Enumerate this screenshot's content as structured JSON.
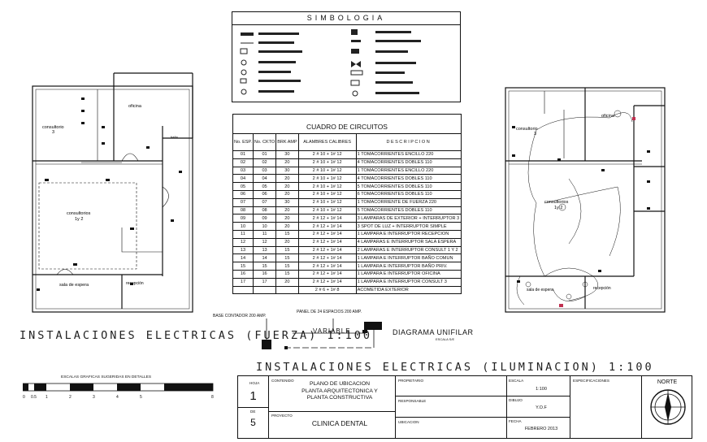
{
  "simbologia": {
    "title": "SIMBOLOGIA"
  },
  "circuit_table": {
    "title": "CUADRO DE CIRCUITOS",
    "headers": [
      "No. ESP.",
      "No. CKTO",
      "BRK AMP",
      "ALAMBRES CALIBRES",
      "DESCRIPCION"
    ],
    "rows": [
      [
        "01",
        "01",
        "30",
        "2 # 10 + 1# 12",
        "1 TOMACORRIENTES ENCILLO 220"
      ],
      [
        "02",
        "02",
        "20",
        "2 # 10 + 1# 12",
        "4 TOMACORRIENTES DOBLES 110"
      ],
      [
        "03",
        "03",
        "30",
        "2 # 10 + 1# 12",
        "1 TOMACORRIENTES ENCILLO 220"
      ],
      [
        "04",
        "04",
        "20",
        "2 # 10 + 1# 12",
        "4 TOMACORRIENTES DOBLES 110"
      ],
      [
        "05",
        "05",
        "20",
        "2 # 10 + 1# 12",
        "5 TOMACORRIENTES DOBLES 110"
      ],
      [
        "06",
        "06",
        "20",
        "2 # 10 + 1# 12",
        "6 TOMACORRIENTES DOBLES 110"
      ],
      [
        "07",
        "07",
        "30",
        "2 # 10 + 1# 12",
        "1 TOMACORRIENTE DE FUERZA 220"
      ],
      [
        "08",
        "08",
        "20",
        "2 # 10 + 1# 12",
        "5 TOMACORRIENTES DOBLES 110"
      ],
      [
        "09",
        "09",
        "20",
        "2 # 12 + 1# 14",
        "3 LAMPARAS DE EXTERIOR + INTERRUPTOR 3"
      ],
      [
        "10",
        "10",
        "20",
        "2 # 12 + 1# 14",
        "3 SPOT DE LUZ + INTERRUPTOR SIMPLE"
      ],
      [
        "11",
        "11",
        "15",
        "2 # 12 + 1# 14",
        "1 LAMPARA E INTERRUPTOR RECEPCION"
      ],
      [
        "12",
        "12",
        "20",
        "2 # 12 + 1# 14",
        "4 LAMPARAS E INTERRUPTOR SALA ESPERA"
      ],
      [
        "13",
        "13",
        "15",
        "2 # 12 + 1# 14",
        "2 LAMPARAS E INTERRUPTOR CONSULT 1 Y 2"
      ],
      [
        "14",
        "14",
        "15",
        "2 # 12 + 1# 14",
        "1 LAMPARA E INTERRUPTOR BAÑO COMUN"
      ],
      [
        "15",
        "15",
        "15",
        "2 # 12 + 1# 14",
        "1 LAMPARA E INTERRUPTOR BAÑO PRIV."
      ],
      [
        "16",
        "16",
        "15",
        "2 # 12 + 1# 14",
        "1 LAMPARA E INTERRUPTOR OFICINA"
      ],
      [
        "17",
        "17",
        "20",
        "2 # 12 + 1# 14",
        "1 LAMPARA E INTERRUPTOR CONSULT 3"
      ],
      [
        "",
        "",
        "",
        "2 # 6 + 1# 8",
        "ACOMETIDA EXTERIOR"
      ]
    ]
  },
  "plan_left": {
    "title": "INSTALACIONES ELECTRICAS (FUERZA) 1:100",
    "rooms": [
      "consultorio 3",
      "oficina",
      "baño privado",
      "consultorios 1y 2",
      "sala de espera",
      "recepción"
    ]
  },
  "plan_right": {
    "title": "INSTALACIONES ELECTRICAS (ILUMINACION) 1:100",
    "rooms": [
      "oficina",
      "consultorio 3",
      "consultorios 1y 2",
      "sala de espera",
      "recepción"
    ]
  },
  "diagram": {
    "base_label": "BASE CONTADOR 200 AMP.",
    "panel_label": "PANEL DE 24 ESPACIOS 200 AMP.",
    "variable_label": "VARIABLE",
    "title": "DIAGRAMA UNIFILAR",
    "scale": "ESCALA S/E"
  },
  "scale_bar": {
    "title": "ESCALAS GRAFICAS SUGERIDAS EN DETALLES",
    "ticks": [
      "0",
      "0.5",
      "1",
      "2",
      "3",
      "4",
      "5",
      "8"
    ]
  },
  "title_block": {
    "hoja_label": "HOJA",
    "hoja_value": "1",
    "de_label": "DE",
    "de_value": "5",
    "contenido_label": "CONTENIDO",
    "contenido_value": [
      "PLANO DE UBICACION",
      "PLANTA ARQUITECTONICA Y",
      "PLANTA CONSTRUCTIVA"
    ],
    "proyecto_label": "PROYECTO",
    "proyecto_value": "CLINICA DENTAL",
    "propietario_label": "PROPIETARIO",
    "responsable_label": "RESPONSABLE",
    "ubicacion_label": "UBICACION",
    "escala_label": "ESCALA",
    "escala_value": "1:100",
    "dibujo_label": "DIBUJO",
    "dibujo_value": "Y.O.F",
    "fecha_label": "FECHA",
    "fecha_value": "FEBRERO 2013",
    "especificaciones_label": "ESPECIFICACIONES",
    "norte_label": "NORTE"
  }
}
